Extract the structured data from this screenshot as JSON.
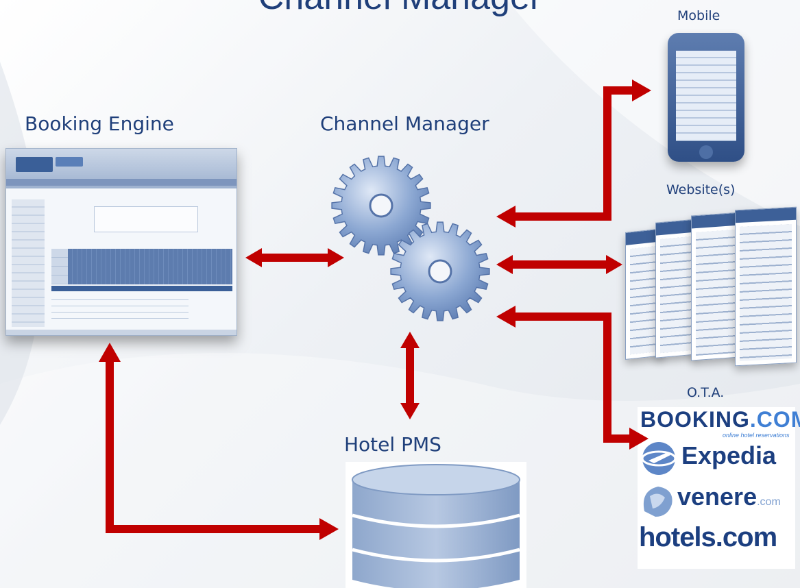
{
  "title": "Channel Manager",
  "labels": {
    "booking_engine": "Booking Engine",
    "channel_manager": "Channel Manager",
    "hotel_pms": "Hotel PMS",
    "mobile": "Mobile",
    "websites": "Website(s)",
    "ota": "O.T.A."
  },
  "ota_logos": {
    "booking_main": "BOOKING",
    "booking_dotcom": ".COM",
    "booking_tagline": "online hotel reservations",
    "expedia": "Expedia",
    "venere": "venere",
    "venere_suffix": ".com",
    "hotels": "hotels.com"
  },
  "colors": {
    "title": "#1f3f7a",
    "arrow": "#c00000",
    "gear": "#6f8fc4"
  },
  "icons": [
    "gear-icon",
    "database-icon",
    "mobile-phone-icon",
    "website-icon",
    "booking-engine-screenshot"
  ]
}
